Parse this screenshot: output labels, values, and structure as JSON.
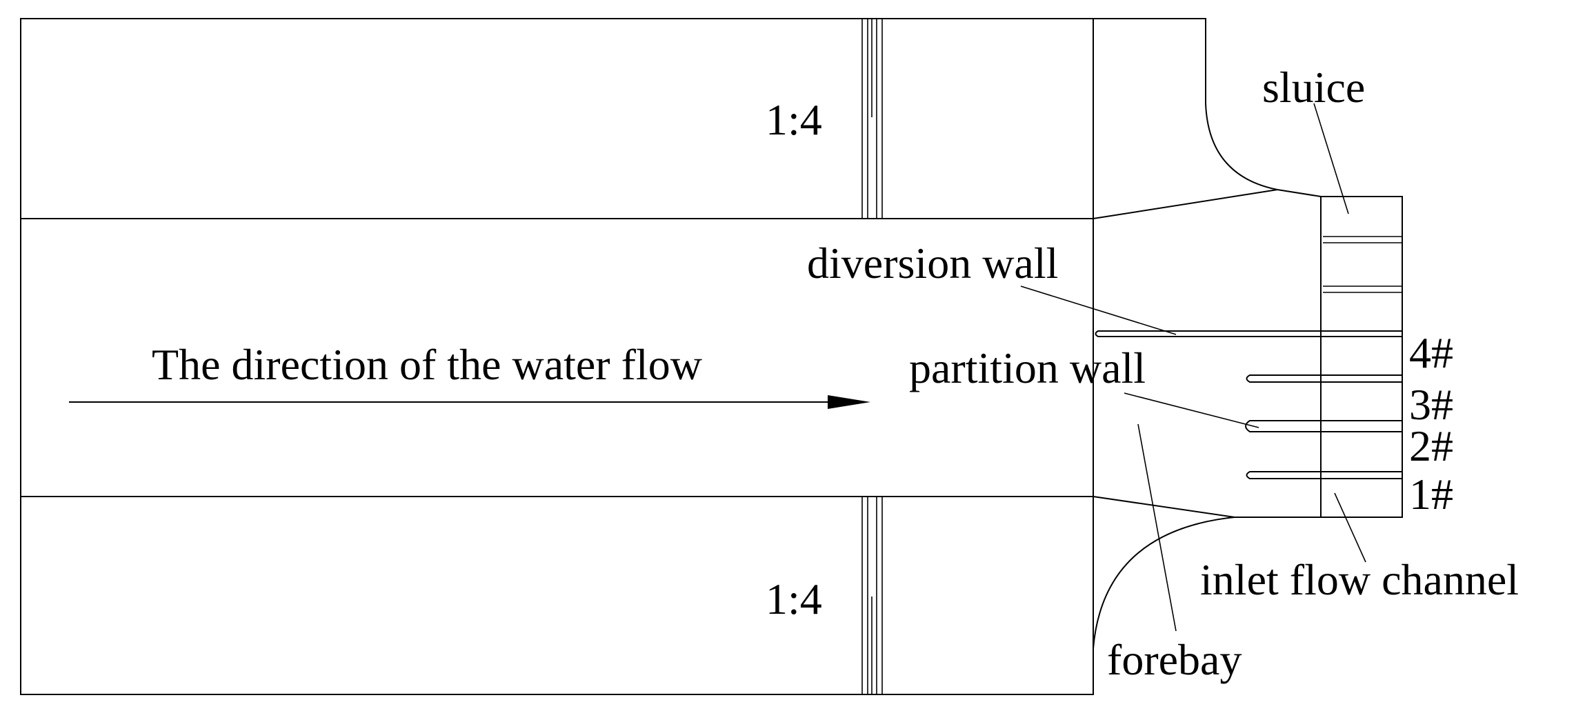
{
  "labels": {
    "slope_top": "1:4",
    "slope_bottom": "1:4",
    "flow_direction": "The direction of the water flow",
    "sluice": "sluice",
    "diversion_wall": "diversion wall",
    "partition_wall": "partition wall",
    "inlet_flow_channel": "inlet flow channel",
    "forebay": "forebay",
    "channel_4": "4#",
    "channel_3": "3#",
    "channel_2": "2#",
    "channel_1": "1#"
  },
  "colors": {
    "line": "#000000",
    "background": "#ffffff"
  }
}
